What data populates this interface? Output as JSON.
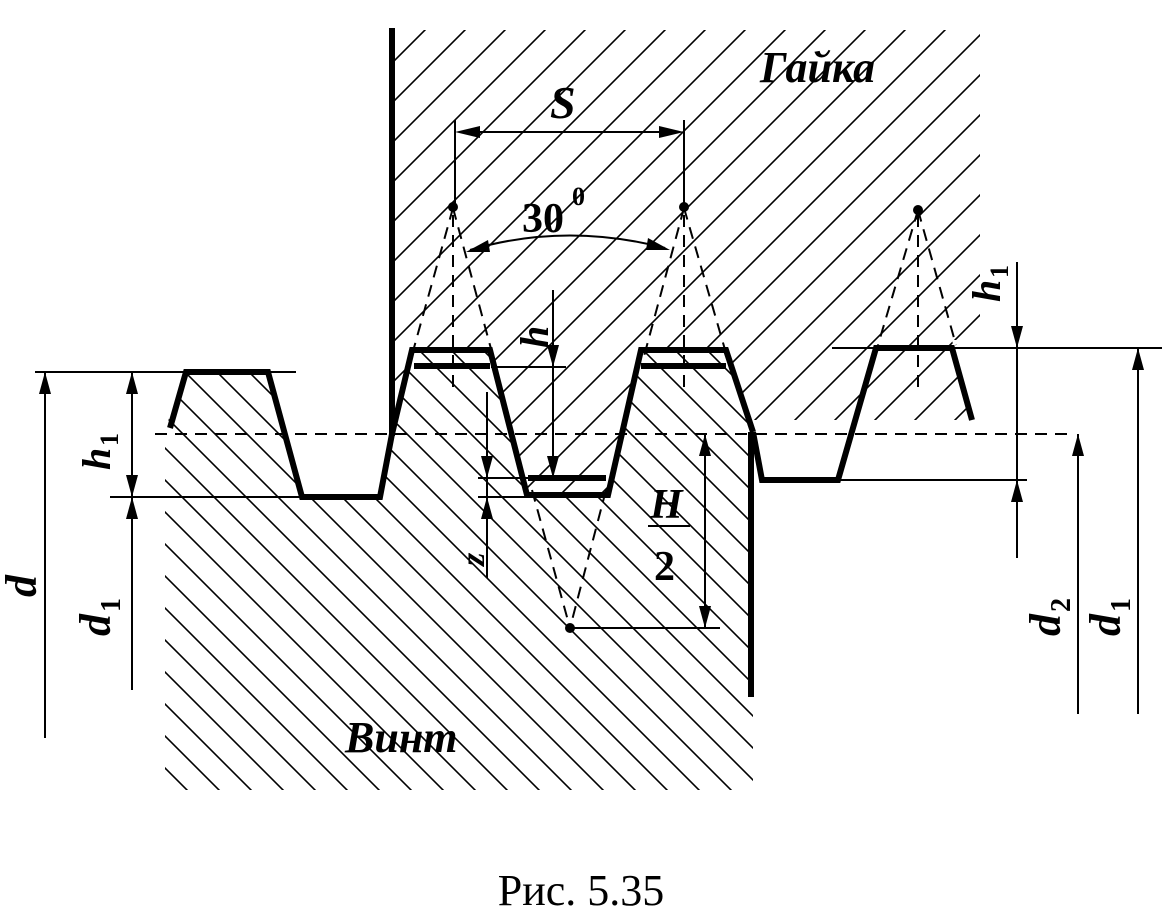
{
  "labels": {
    "nut": "Гайка",
    "screw": "Винт",
    "pitch": "S",
    "angle_value": "30",
    "angle_degree": "0",
    "h": "h",
    "h_left": "h",
    "h_left_sub": "1",
    "h_right": "h",
    "h_right_sub": "1",
    "z": "z",
    "H_num": "H",
    "H_den": "2",
    "d": "d",
    "d1_left": "d",
    "d1_left_sub": "1",
    "d2": "d",
    "d2_sub": "2",
    "d1_right": "d",
    "d1_right_sub": "1"
  },
  "caption": "Рис. 5.35",
  "colors": {
    "ink": "#000000",
    "background": "#ffffff"
  }
}
